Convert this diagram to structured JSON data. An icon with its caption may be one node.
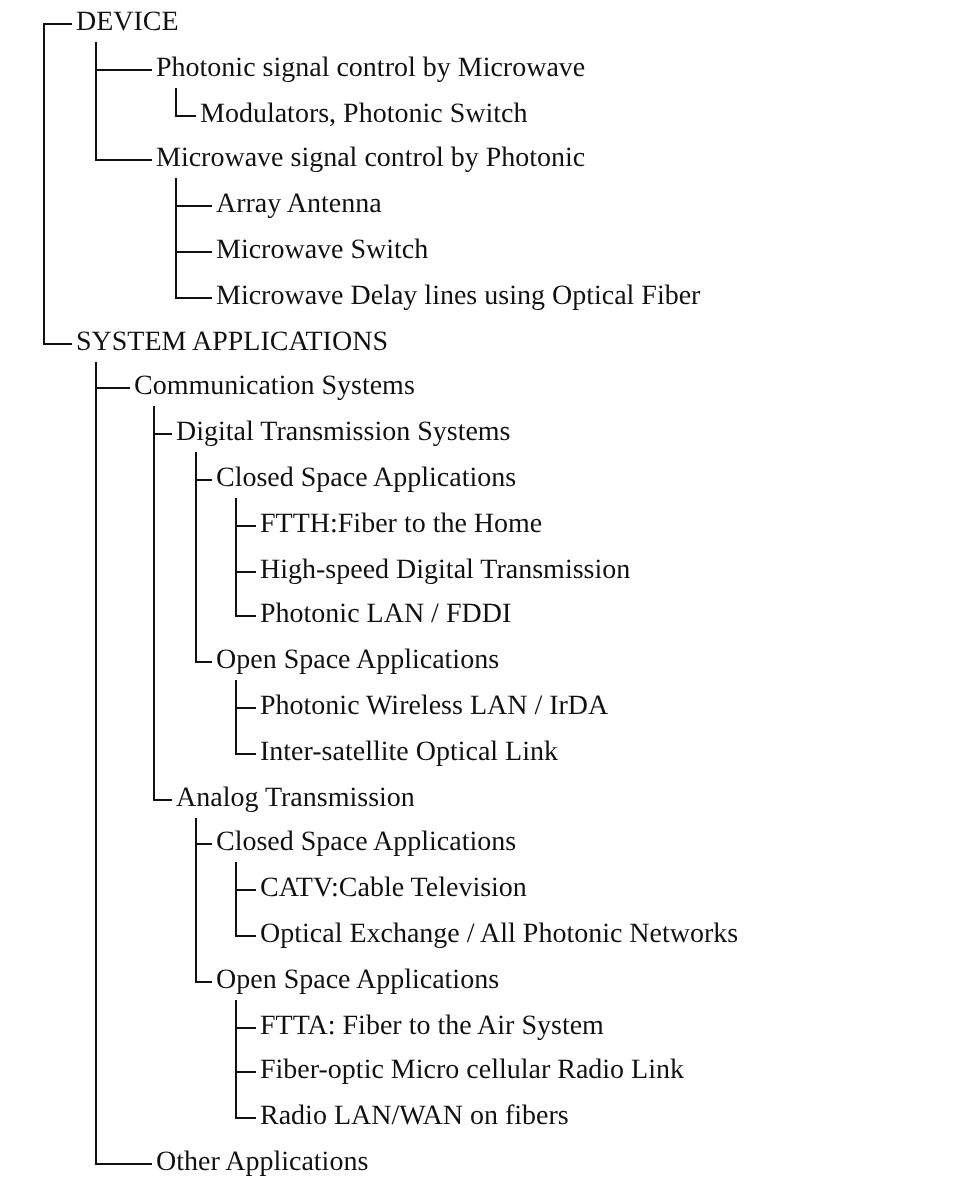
{
  "diagram": {
    "nodes": [
      {
        "text": [
          "DEVICE"
        ]
      },
      {
        "text": [
          "Photonic signal control by Microwave"
        ]
      },
      {
        "text": [
          "Modulators, Photonic Switch"
        ]
      },
      {
        "text": [
          "Microwave signal control by Photonic"
        ]
      },
      {
        "text": [
          "Array Antenna"
        ]
      },
      {
        "text": [
          "Microwave Switch"
        ]
      },
      {
        "text": [
          "Microwave Delay lines using Optical Fiber"
        ]
      },
      {
        "text": [
          "SYSTEM APPLICATIONS"
        ]
      },
      {
        "text": [
          "Communication Systems"
        ]
      },
      {
        "text": [
          "Digital Transmission Systems"
        ]
      },
      {
        "text": [
          "Closed Space Applications"
        ]
      },
      {
        "text": [
          "FTTH:Fiber to the Home"
        ]
      },
      {
        "text": [
          "High-speed Digital Transmission"
        ]
      },
      {
        "text": [
          "Photonic LAN / FDDI"
        ]
      },
      {
        "text": [
          "Open Space Applications"
        ]
      },
      {
        "text": [
          "Photonic Wireless LAN / IrDA"
        ]
      },
      {
        "text": [
          "Inter-satellite Optical Link"
        ]
      },
      {
        "text": [
          "Analog Transmission"
        ]
      },
      {
        "text": [
          "Closed Space Applications"
        ]
      },
      {
        "text": [
          "CATV:Cable Television"
        ]
      },
      {
        "text": [
          "Optical Exchange / All Photonic Networks"
        ]
      },
      {
        "text": [
          "Open Space Applications"
        ]
      },
      {
        "text": [
          "FTTA: Fiber to the Air System"
        ]
      },
      {
        "text": [
          "Fiber-optic Micro cellular Radio Link"
        ]
      },
      {
        "text": [
          "Radio LAN/WAN on fibers"
        ]
      },
      {
        "text": [
          "Other Applications"
        ]
      }
    ],
    "edges": [
      {
        "from": 0,
        "to": 7,
        "arrow": "none"
      },
      {
        "from": 0,
        "to": 1,
        "arrow": "none"
      },
      {
        "from": 1,
        "to": 2,
        "arrow": "none"
      },
      {
        "from": 0,
        "to": 3,
        "arrow": "none"
      },
      {
        "from": 3,
        "to": 4,
        "arrow": "none"
      },
      {
        "from": 3,
        "to": 5,
        "arrow": "none"
      },
      {
        "from": 3,
        "to": 6,
        "arrow": "none"
      },
      {
        "from": 7,
        "to": 8,
        "arrow": "none"
      },
      {
        "from": 8,
        "to": 9,
        "arrow": "none"
      },
      {
        "from": 9,
        "to": 10,
        "arrow": "none"
      },
      {
        "from": 10,
        "to": 11,
        "arrow": "none"
      },
      {
        "from": 10,
        "to": 12,
        "arrow": "none"
      },
      {
        "from": 10,
        "to": 13,
        "arrow": "none"
      },
      {
        "from": 9,
        "to": 14,
        "arrow": "none"
      },
      {
        "from": 14,
        "to": 15,
        "arrow": "none"
      },
      {
        "from": 14,
        "to": 16,
        "arrow": "none"
      },
      {
        "from": 8,
        "to": 17,
        "arrow": "none"
      },
      {
        "from": 17,
        "to": 18,
        "arrow": "none"
      },
      {
        "from": 18,
        "to": 19,
        "arrow": "none"
      },
      {
        "from": 18,
        "to": 20,
        "arrow": "none"
      },
      {
        "from": 17,
        "to": 21,
        "arrow": "none"
      },
      {
        "from": 21,
        "to": 22,
        "arrow": "none"
      },
      {
        "from": 21,
        "to": 23,
        "arrow": "none"
      },
      {
        "from": 21,
        "to": 24,
        "arrow": "none"
      },
      {
        "from": 7,
        "to": 25,
        "arrow": "none"
      }
    ]
  }
}
